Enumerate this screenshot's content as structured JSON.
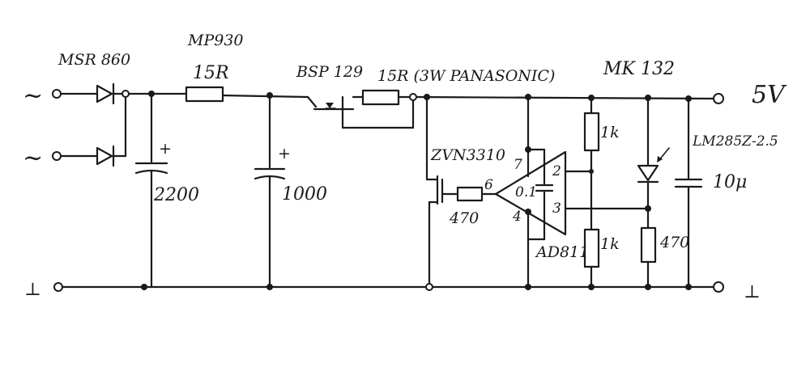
{
  "labels": {
    "rectifier": "MSR 860",
    "fuse_resistor_part": "MP930",
    "fuse_resistor_value": "15R",
    "pass_transistor": "BSP 129",
    "power_resistor": "15R (3W PANASONIC)",
    "module_part": "MK 132",
    "output_voltage": "5V",
    "cap_bulk_1": "2200",
    "cap_bulk_2": "1000",
    "mosfet": "ZVN3310",
    "gate_resistor": "470",
    "opamp_pin_7": "7",
    "opamp_pin_2": "2",
    "opamp_pin_6": "6",
    "opamp_pin_3": "3",
    "opamp_pin_4": "4",
    "decoupling_cap": "0.1",
    "opamp": "AD811",
    "divider_top": "1k",
    "divider_bottom": "1k",
    "reference": "LM285Z-2.5",
    "reference_resistor": "470",
    "output_cap": "10μ",
    "cap_plus": "+",
    "ac_symbol": "~",
    "ground_symbol": "⊥"
  }
}
